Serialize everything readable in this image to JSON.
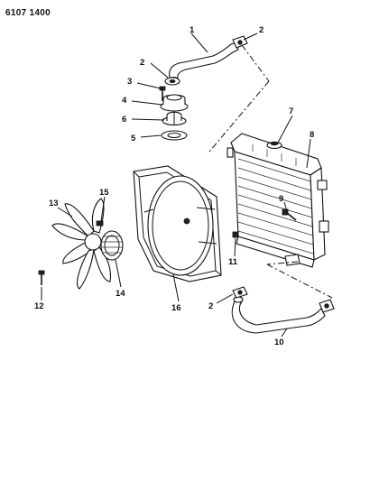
{
  "header": {
    "code": "6107 1400"
  },
  "callouts": [
    {
      "id": "c1",
      "text": "1"
    },
    {
      "id": "c2a",
      "text": "2"
    },
    {
      "id": "c2b",
      "text": "2"
    },
    {
      "id": "c2c",
      "text": "2"
    },
    {
      "id": "c3",
      "text": "3"
    },
    {
      "id": "c4",
      "text": "4"
    },
    {
      "id": "c5",
      "text": "5"
    },
    {
      "id": "c6",
      "text": "6"
    },
    {
      "id": "c7",
      "text": "7"
    },
    {
      "id": "c8",
      "text": "8"
    },
    {
      "id": "c9",
      "text": "9"
    },
    {
      "id": "c10",
      "text": "10"
    },
    {
      "id": "c11",
      "text": "11"
    },
    {
      "id": "c12",
      "text": "12"
    },
    {
      "id": "c13",
      "text": "13"
    },
    {
      "id": "c14",
      "text": "14"
    },
    {
      "id": "c15",
      "text": "15"
    },
    {
      "id": "c16",
      "text": "16"
    }
  ]
}
